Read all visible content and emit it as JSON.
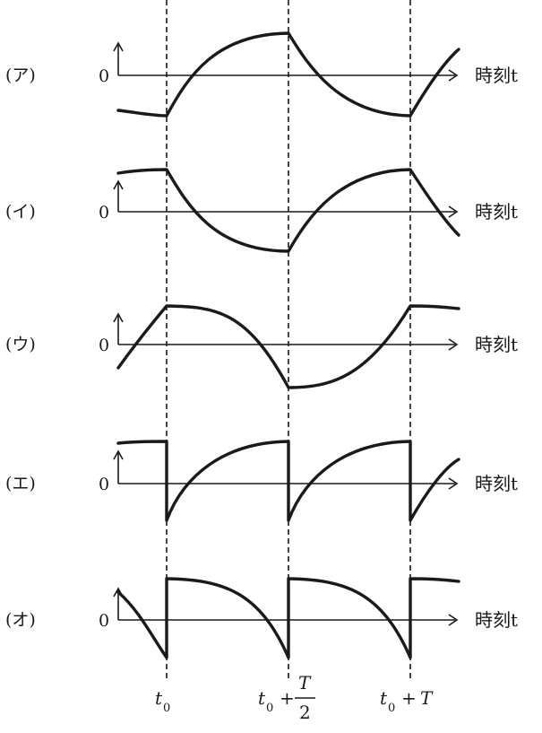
{
  "panels": [
    {
      "label": "(ア)",
      "zero": "0",
      "axis_label": "時刻t"
    },
    {
      "label": "(イ)",
      "zero": "0",
      "axis_label": "時刻t"
    },
    {
      "label": "(ウ)",
      "zero": "0",
      "axis_label": "時刻t"
    },
    {
      "label": "(エ)",
      "zero": "0",
      "axis_label": "時刻t"
    },
    {
      "label": "(オ)",
      "zero": "0",
      "axis_label": "時刻t"
    }
  ],
  "ticks": {
    "t0": {
      "base": "t",
      "sub": "0"
    },
    "half": {
      "base": "t",
      "sub": "0",
      "plus": "+",
      "num": "T",
      "den": "2"
    },
    "full": {
      "base": "t",
      "sub": "0",
      "plus": "+",
      "T": "T"
    }
  }
}
